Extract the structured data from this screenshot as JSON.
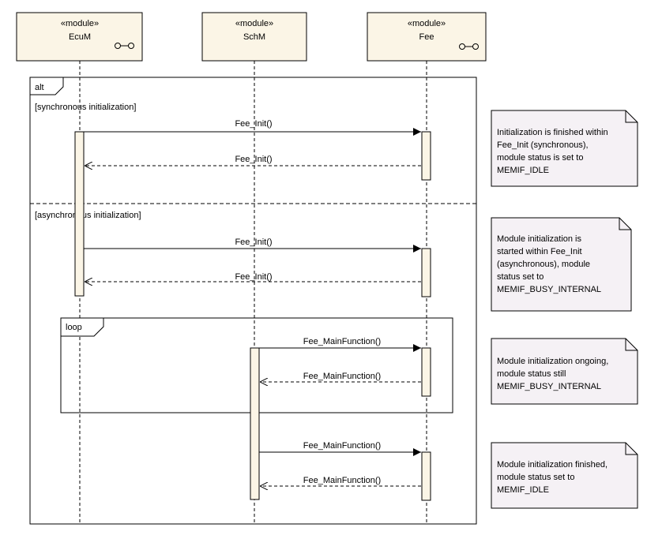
{
  "lifelines": [
    {
      "stereotype": "«module»",
      "name": "EcuM",
      "component_icon": true
    },
    {
      "stereotype": "«module»",
      "name": "SchM",
      "component_icon": false
    },
    {
      "stereotype": "«module»",
      "name": "Fee",
      "component_icon": true
    }
  ],
  "fragments": {
    "alt": {
      "operator": "alt",
      "guards": [
        "[synchronous initialization]",
        "[asynchronous initialization]"
      ]
    },
    "loop": {
      "operator": "loop"
    }
  },
  "messages": [
    {
      "label": "Fee_Init()",
      "kind": "call"
    },
    {
      "label": "Fee_Init()",
      "kind": "return"
    },
    {
      "label": "Fee_Init()",
      "kind": "call"
    },
    {
      "label": "Fee_Init()",
      "kind": "return"
    },
    {
      "label": "Fee_MainFunction()",
      "kind": "call"
    },
    {
      "label": "Fee_MainFunction()",
      "kind": "return"
    },
    {
      "label": "Fee_MainFunction()",
      "kind": "call"
    },
    {
      "label": "Fee_MainFunction()",
      "kind": "return"
    }
  ],
  "notes": [
    {
      "lines": [
        "Initialization is finished within",
        "Fee_Init (synchronous),",
        "module status is set to",
        "MEMIF_IDLE"
      ]
    },
    {
      "lines": [
        "Module initialization is",
        "started within Fee_Init",
        "(asynchronous), module",
        "status set to",
        "MEMIF_BUSY_INTERNAL"
      ]
    },
    {
      "lines": [
        "Module initialization ongoing,",
        "module status still",
        "MEMIF_BUSY_INTERNAL"
      ]
    },
    {
      "lines": [
        "Module initialization finished,",
        "module status set to",
        "MEMIF_IDLE"
      ]
    }
  ],
  "colors": {
    "participant_fill": "#fbf5e6",
    "activation_fill": "#fbf5e6",
    "note_fill": "#f5f1f5",
    "line": "#000000"
  }
}
